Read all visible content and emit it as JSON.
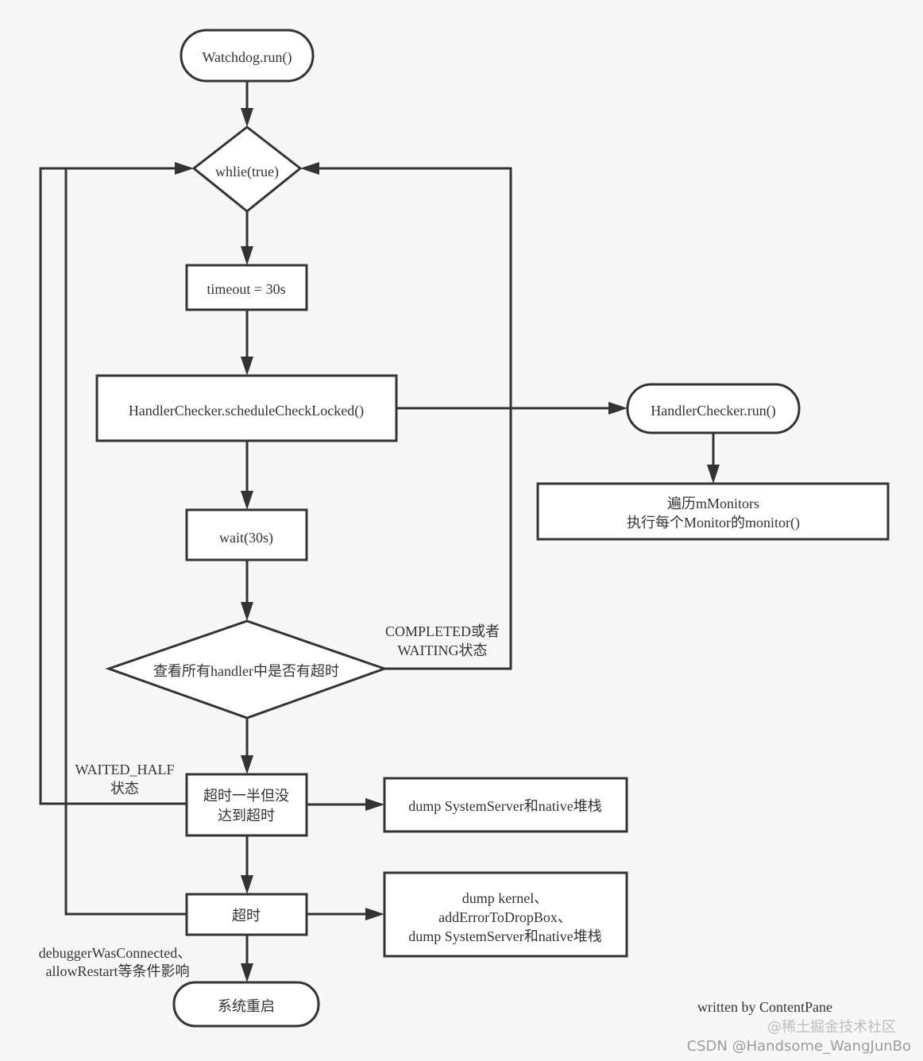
{
  "nodes": {
    "watchdog_run": "Watchdog.run()",
    "while_true": "whlie(true)",
    "timeout": "timeout = 30s",
    "schedule": "HandlerChecker.scheduleCheckLocked()",
    "handler_run": "HandlerChecker.run()",
    "monitors_line1": "遍历mMonitors",
    "monitors_line2": "执行每个Monitor的monitor()",
    "wait": "wait(30s)",
    "check_line": "查看所有handler中是否有超时",
    "half_line1": "超时一半但没",
    "half_line2": "达到超时",
    "dump1": "dump SystemServer和native堆栈",
    "timeout_reached": "超时",
    "dump2_line1": "dump kernel、",
    "dump2_line2": "addErrorToDropBox、",
    "dump2_line3": "dump SystemServer和native堆栈",
    "restart": "系统重启"
  },
  "edge_labels": {
    "completed_line1": "COMPLETED或者",
    "completed_line2": "WAITING状态",
    "waited_half_line1": "WAITED_HALF",
    "waited_half_line2": "状态",
    "debugger_line1": "debuggerWasConnected、",
    "debugger_line2": "allowRestart等条件影响"
  },
  "credit": "written by ContentPane",
  "watermark": {
    "juejin": "@稀土掘金技术社区",
    "csdn": "CSDN @Handsome_WangJunBo"
  },
  "colors": {
    "background": "#f7f7f7",
    "stroke": "#333333",
    "fill": "#ffffff"
  }
}
